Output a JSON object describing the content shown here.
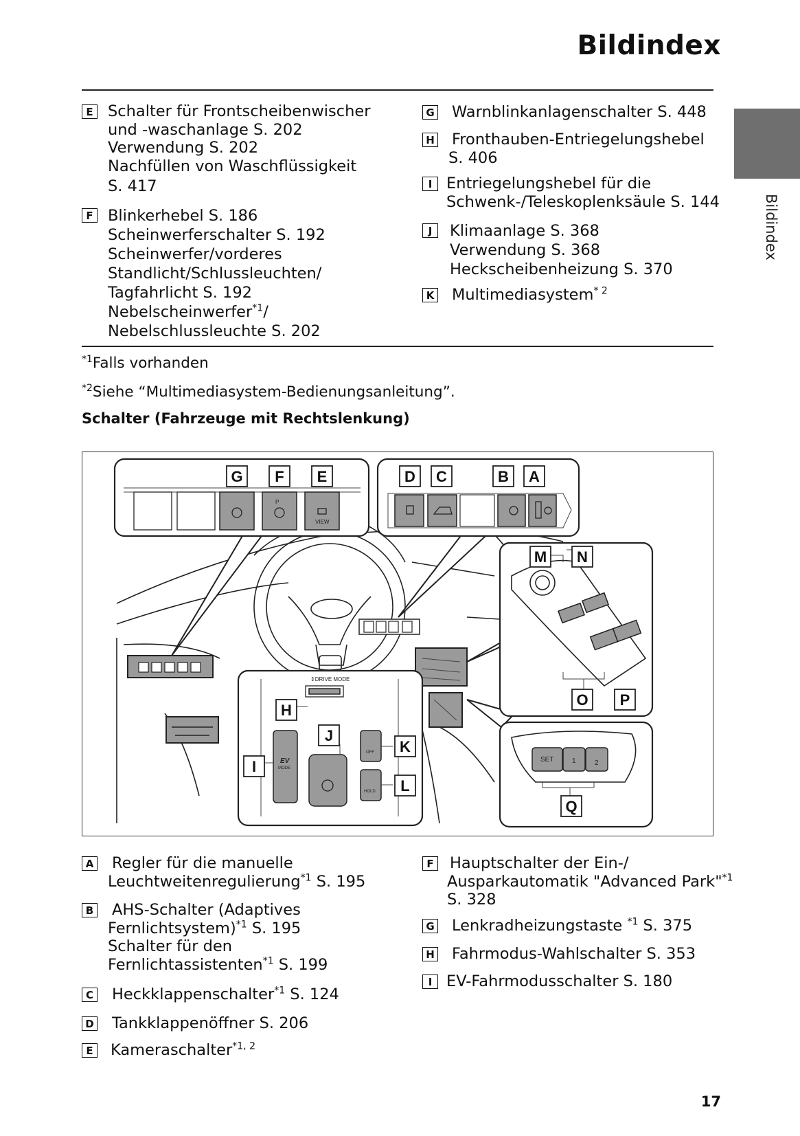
{
  "header": {
    "title": "Bildindex",
    "side_label": "Bildindex"
  },
  "top_left": [
    {
      "letter": "E",
      "lines": [
        "Schalter für Frontscheibenwischer",
        "und -waschanlage S. 202",
        "Verwendung S. 202",
        "Nachfüllen von Waschflüssigkeit",
        "S. 417"
      ]
    },
    {
      "letter": "F",
      "lines": [
        "Blinkerhebel S. 186",
        "Scheinwerferschalter S. 192",
        "Scheinwerfer/vorderes",
        "Standlicht/Schlussleuchten/",
        "Tagfahrlicht S. 192",
        "Nebelscheinwerfer*1/",
        "Nebelschlussleuchte S. 202"
      ]
    }
  ],
  "top_right": [
    {
      "letter": "G",
      "lines": [
        "Warnblinkanlagenschalter S. 448"
      ]
    },
    {
      "letter": "H",
      "lines": [
        "Fronthauben-Entriegelungshebel",
        "S. 406"
      ]
    },
    {
      "letter": "I",
      "lines": [
        "Entriegelungshebel für die",
        "Schwenk-/Teleskoplenksäule S. 144"
      ]
    },
    {
      "letter": "J",
      "lines": [
        "Klimaanlage S. 368",
        "Verwendung S. 368",
        "Heckscheibenheizung S. 370"
      ]
    },
    {
      "letter": "K",
      "lines": [
        "Multimediasystem* 2"
      ]
    }
  ],
  "footnotes": [
    "*1Falls vorhanden",
    "*2Siehe “Multimediasystem-Bedienungsanleitung”."
  ],
  "subheading": "Schalter (Fahrzeuge mit Rechtslenkung)",
  "figure": {
    "callouts_top_left": [
      "G",
      "F",
      "E"
    ],
    "callouts_top_right": [
      "D",
      "C",
      "B",
      "A"
    ],
    "callouts_door": [
      "M",
      "N",
      "O",
      "P"
    ],
    "callouts_console": [
      "H",
      "J",
      "I",
      "K",
      "L"
    ],
    "callout_seat": "Q",
    "panel_text": {
      "view": "VIEW",
      "drive_mode": "⇕DRIVE MODE",
      "ev": "EV",
      "mode": "MODE",
      "off": "OFF",
      "hold": "HOLD",
      "set": "SET",
      "seat1": "1",
      "seat2": "2",
      "p": "P"
    }
  },
  "bottom_left": [
    {
      "letter": "A",
      "lines": [
        "Regler für die manuelle",
        "Leuchtweitenregulierung*1 S. 195"
      ]
    },
    {
      "letter": "B",
      "lines": [
        "AHS-Schalter (Adaptives",
        "Fernlichtsystem)*1 S. 195",
        "Schalter für den",
        "Fernlichtassistenten*1 S. 199"
      ]
    },
    {
      "letter": "C",
      "lines": [
        "Heckklappenschalter*1 S. 124"
      ]
    },
    {
      "letter": "D",
      "lines": [
        "Tankklappenöffner S. 206"
      ]
    },
    {
      "letter": "E",
      "lines": [
        "Kameraschalter*1, 2"
      ]
    }
  ],
  "bottom_right": [
    {
      "letter": "F",
      "lines": [
        "Hauptschalter der Ein-/",
        "Ausparkautomatik \"Advanced Park\"*1",
        "S. 328"
      ]
    },
    {
      "letter": "G",
      "lines": [
        "Lenkradheizungstaste *1 S. 375"
      ]
    },
    {
      "letter": "H",
      "lines": [
        "Fahrmodus-Wahlschalter S. 353"
      ]
    },
    {
      "letter": "I",
      "lines": [
        "EV-Fahrmodusschalter S. 180"
      ]
    }
  ],
  "page_number": "17"
}
